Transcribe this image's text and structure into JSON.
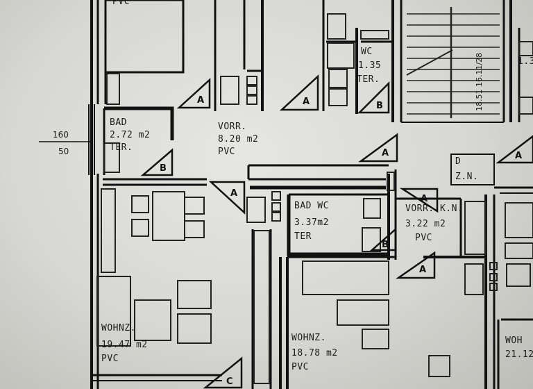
{
  "rooms": {
    "bad_top_left": {
      "name": "BAD",
      "area": "2.72 m2",
      "floor": "TER."
    },
    "vorr_top": {
      "name": "VORR.",
      "area": "8.20 m2",
      "floor": "PVC"
    },
    "wc_top": {
      "name": "WC",
      "area": "1.35",
      "floor": "TER."
    },
    "bad_wc": {
      "name": "BAD  WC",
      "area": "3.37m2",
      "floor": "TER"
    },
    "vorr_kn": {
      "name": "VORR. K.N.",
      "area": "3.22 m2",
      "floor": "PVC"
    },
    "wohnz_left": {
      "name": "WOHNZ.",
      "area": "19.47 m2",
      "floor": "PVC"
    },
    "wohnz_mid": {
      "name": "WOHNZ.",
      "area": "18.78 m2",
      "floor": "PVC"
    },
    "wohn_right": {
      "name": "WOH",
      "area": "21.12"
    },
    "top_left_floor": {
      "floor": "PVC"
    },
    "top_right_partial": {
      "area": "1.3"
    },
    "dzn": {
      "line1": "D",
      "line2": "Z.N."
    }
  },
  "dimension": {
    "upper": "160",
    "lower": "50"
  },
  "stair_label": "18.51  16.11/28",
  "section_marks": {
    "a": "A",
    "b": "B",
    "c": "C"
  }
}
